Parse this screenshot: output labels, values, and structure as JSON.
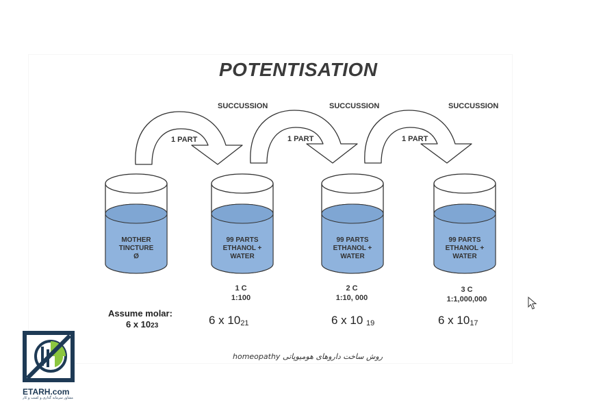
{
  "title": "POTENTISATION",
  "succussion_label": "SUCCUSSION",
  "part_label": "1 PART",
  "jars": [
    {
      "text": "MOTHER\nTINCTURE\nØ",
      "dilution_name": "",
      "dilution_ratio": ""
    },
    {
      "text": "99 PARTS\nETHANOL +\nWATER",
      "dilution_name": "1 C",
      "dilution_ratio": "1:100"
    },
    {
      "text": "99 PARTS\nETHANOL +\nWATER",
      "dilution_name": "2 C",
      "dilution_ratio": "1:10, 000"
    },
    {
      "text": "99 PARTS\nETHANOL +\nWATER",
      "dilution_name": "3 C",
      "dilution_ratio": "1:1,000,000"
    }
  ],
  "assume_label": "Assume molar:",
  "assume_value": {
    "base": "6 x 10",
    "exp": "23"
  },
  "molar_values": [
    {
      "base": "6 x 10",
      "exp": "21"
    },
    {
      "base": "6 x 10 ",
      "exp": "19"
    },
    {
      "base": "6 x 10",
      "exp": "17"
    }
  ],
  "caption": "روش ساخت داروهای هومیوپاتی homeopathy",
  "logo": {
    "name": "ETARH.com",
    "tagline": "مشاور سرمایه گذاری و کسب و کار",
    "icon": "etarh-logo-icon"
  },
  "colors": {
    "liquid": "#8fb3dd",
    "liquid_top": "#7fa6d3",
    "outline": "#333333",
    "logo_navy": "#1e3a55",
    "logo_green": "#8cc63f"
  }
}
